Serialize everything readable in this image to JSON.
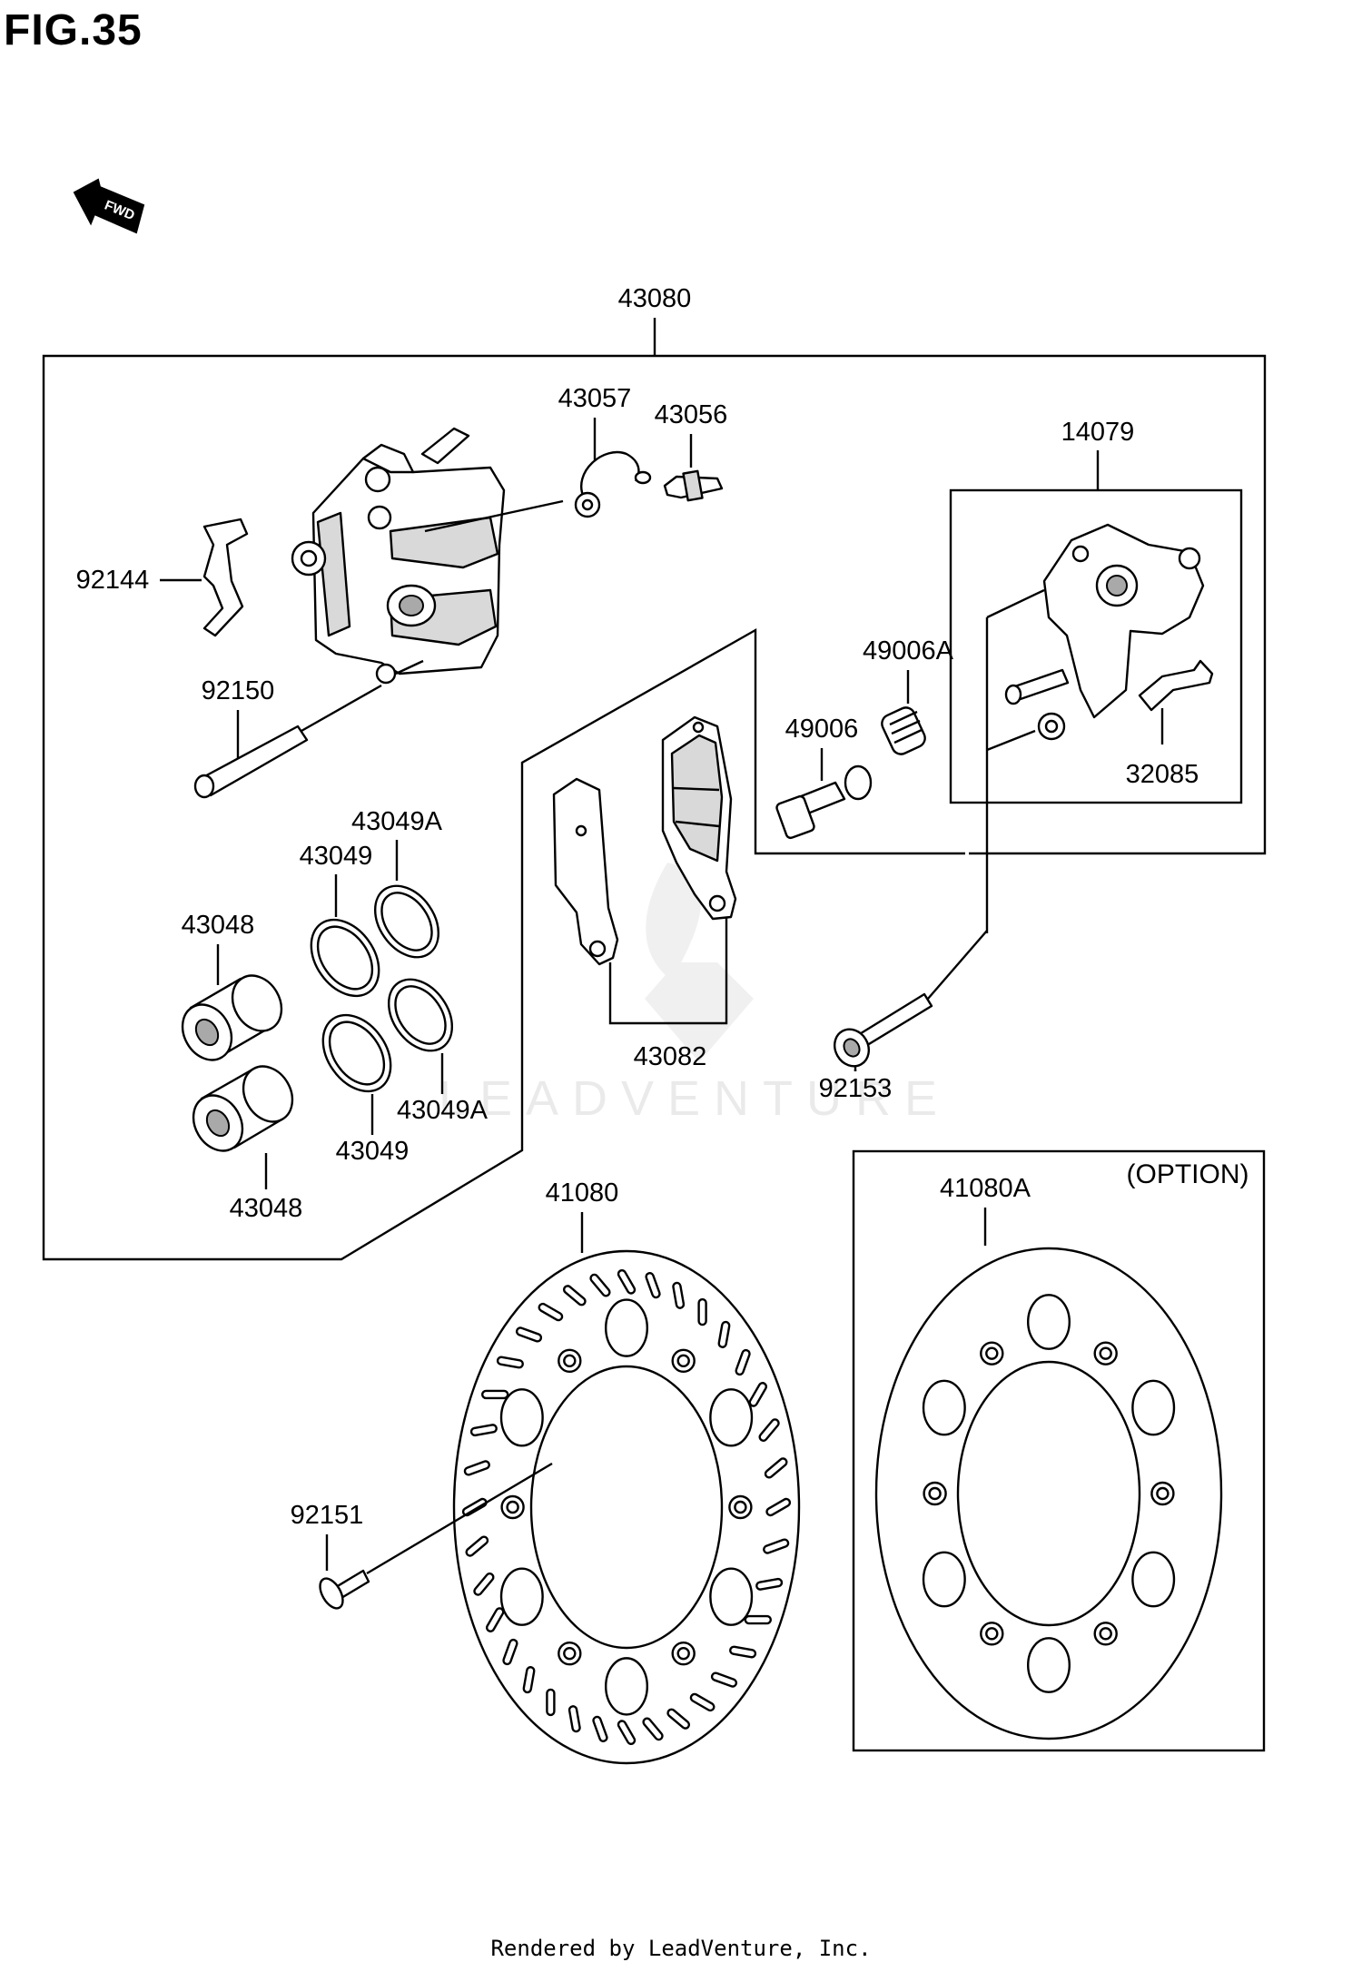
{
  "figure": {
    "title": "FIG.35"
  },
  "direction_badge": {
    "text": "FWD",
    "icon": "fwd-arrow-icon"
  },
  "assemblies": {
    "caliper_assembly": "43080",
    "caliper_bracket": "14079"
  },
  "parts": {
    "p43057": "43057",
    "p43056": "43056",
    "p92144": "92144",
    "p92150": "92150",
    "p49006A": "49006A",
    "p49006": "49006",
    "p32085": "32085",
    "p43049A_top": "43049A",
    "p43049_top": "43049",
    "p43048_top": "43048",
    "p43082": "43082",
    "p92153": "92153",
    "p43049A_bottom": "43049A",
    "p43049_bottom": "43049",
    "p43048_bottom": "43048",
    "p41080": "41080",
    "p41080A": "41080A",
    "p92151": "92151"
  },
  "option_box": {
    "label": "(OPTION)"
  },
  "watermark": {
    "text": "LEADVENTURE"
  },
  "footer": {
    "text": "Rendered by LeadVenture, Inc."
  }
}
